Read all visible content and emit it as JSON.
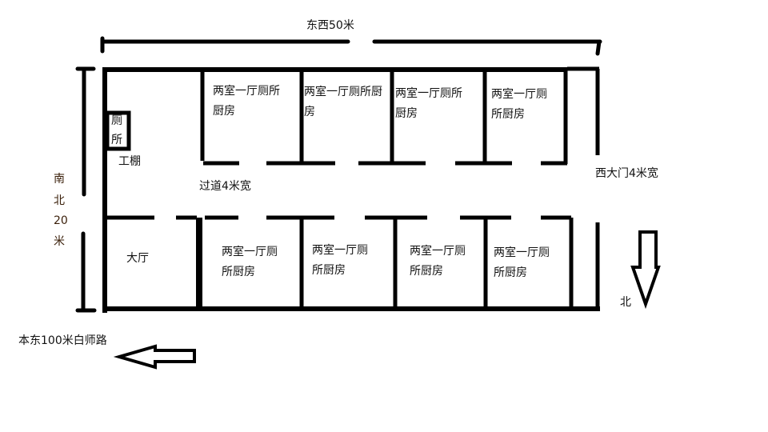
{
  "labels": {
    "width_dim": "东西50米",
    "height_dim_1": "南",
    "height_dim_2": "北",
    "height_dim_3": "20",
    "height_dim_4": "米",
    "toilet_1": "厕",
    "toilet_2": "所",
    "shed": "工棚",
    "corridor": "过道4米宽",
    "west_gate": "西大门4米宽",
    "hall": "大厅",
    "north": "北",
    "road": "本东100米白师路"
  },
  "upper_rooms": [
    {
      "line1": "两室一厅厕所",
      "line2": "厨房"
    },
    {
      "line1": "两室一厅厕所厨",
      "line2": "房"
    },
    {
      "line1": "两室一厅厕所",
      "line2": "厨房"
    },
    {
      "line1": "两室一厅厕",
      "line2": "所厨房"
    }
  ],
  "lower_rooms": [
    {
      "line1": "两室一厅厕",
      "line2": "所厨房"
    },
    {
      "line1": "两室一厅厕",
      "line2": "所厨房"
    },
    {
      "line1": "两室一厅厕",
      "line2": "所厨房"
    },
    {
      "line1": "两室一厅厕",
      "line2": "所厨房"
    }
  ]
}
